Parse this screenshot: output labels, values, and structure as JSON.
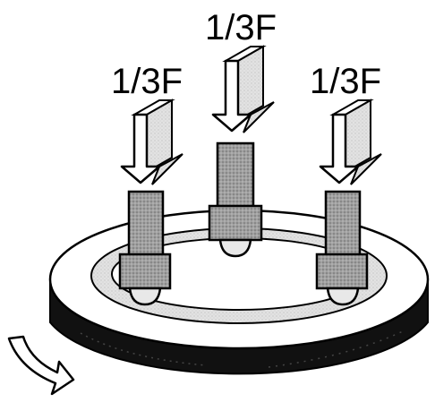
{
  "labels": {
    "left": "1/3F",
    "center": "1/3F",
    "right": "1/3F"
  },
  "colors": {
    "outline": "#000000",
    "background": "#ffffff",
    "arrow_fill": "#ffffff",
    "arrow_side": "#d4d4d4",
    "column_fill": "#9a9a9a",
    "column_cap": "#8a8a8a",
    "ball_fill": "#e8e8e8",
    "ring_top": "#ffffff",
    "ring_groove": "#d9d9d9",
    "ring_side": "#111111"
  },
  "icons": {
    "rotation": "curved-arrow-icon"
  }
}
